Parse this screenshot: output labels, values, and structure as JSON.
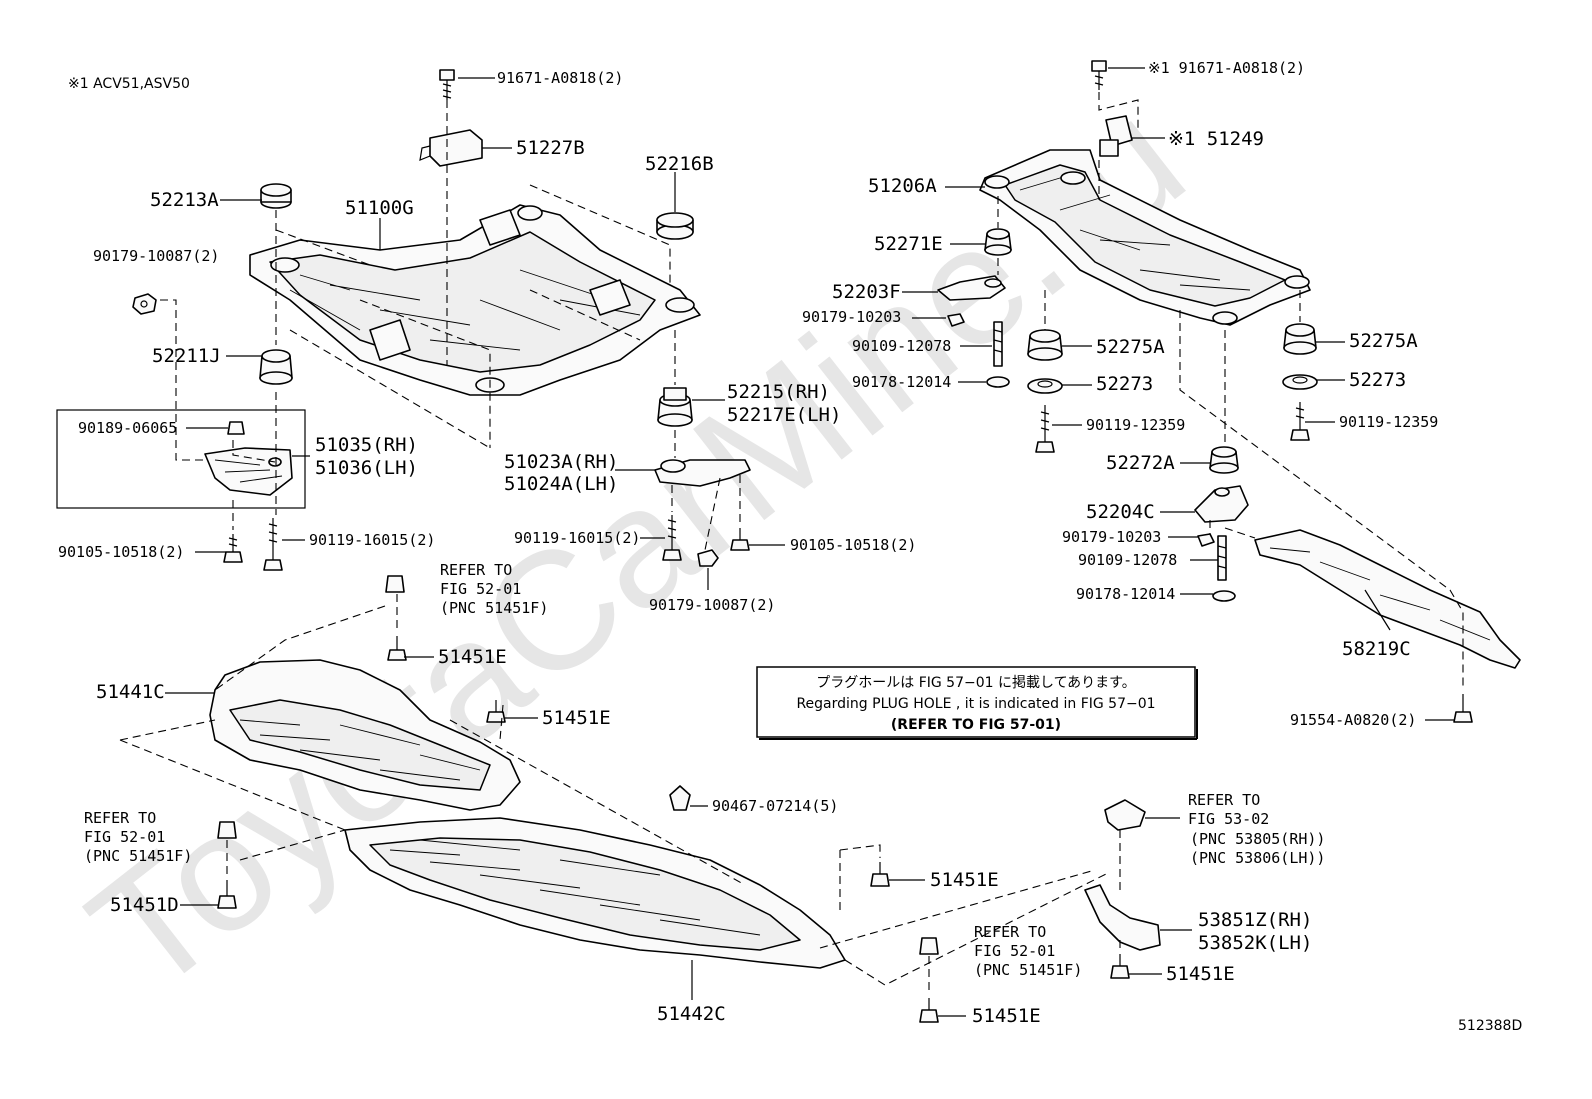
{
  "watermark": "ToyotaCarMine.ru",
  "header": {
    "applicability": "※1 ACV51,ASV50",
    "illustration_number": "512388D"
  },
  "note": {
    "line1": "プラグホールは FIG 57−01 に掲載してあります。",
    "line2": "Regarding  PLUG  HOLE , it is indicated in FIG  57−01",
    "line3": "(REFER  TO  FIG 57-01)"
  },
  "labels": {
    "p91671_front": "91671-A0818(2)",
    "p51227B": "51227B",
    "p52213A": "52213A",
    "p51100G": "51100G",
    "p52216B": "52216B",
    "p90179_10087_left": "90179-10087(2)",
    "p52211J": "52211J",
    "p90189_06065": "90189-06065",
    "p51035": "51035(RH)",
    "p51036": "51036(LH)",
    "p90105_left": "90105-10518(2)",
    "p90119_16015_left": "90119-16015(2)",
    "p52215": "52215(RH)",
    "p52217E": "52217E(LH)",
    "p51023A": "51023A(RH)",
    "p51024A": "51024A(LH)",
    "p90119_16015_mid": "90119-16015(2)",
    "p90105_mid": "90105-10518(2)",
    "p90179_10087_mid": "90179-10087(2)",
    "p51451E_a": "51451E",
    "p51441C": "51441C",
    "p51451E_b": "51451E",
    "p90467": "90467-07214(5)",
    "p51451D": "51451D",
    "p51451E_c": "51451E",
    "p51442C": "51442C",
    "p51451E_d": "51451E",
    "p91671_rear": "※1 91671-A0818(2)",
    "p51249": "※1 51249",
    "p51206A": "51206A",
    "p52271E": "52271E",
    "p52203F": "52203F",
    "p90179_10203_upper": "90179-10203",
    "p90109_upper": "90109-12078",
    "p90178_upper": "90178-12014",
    "p52275A_left": "52275A",
    "p52273_left": "52273",
    "p90119_12359_left": "90119-12359",
    "p52275A_right": "52275A",
    "p52273_right": "52273",
    "p90119_12359_right": "90119-12359",
    "p52272A": "52272A",
    "p52204C": "52204C",
    "p90179_10203_lower": "90179-10203",
    "p90109_lower": "90109-12078",
    "p90178_lower": "90178-12014",
    "p58219C": "58219C",
    "p91554": "91554-A0820(2)",
    "p53851Z": "53851Z(RH)",
    "p53852K": "53852K(LH)",
    "p51451E_e": "51451E"
  },
  "refer": {
    "top": {
      "line1": "REFER TO",
      "line2": "FIG 52-01",
      "line3": "(PNC 51451F)"
    },
    "left": {
      "line1": "REFER TO",
      "line2": "FIG 52-01",
      "line3": "(PNC 51451F)"
    },
    "bottom": {
      "line1": "REFER TO",
      "line2": "FIG 52-01",
      "line3": "(PNC 51451F)"
    },
    "right": {
      "line1": "REFER TO",
      "line2": "FIG 53-02",
      "line3": "(PNC 53805(RH))",
      "line4": "(PNC 53806(LH))"
    }
  }
}
